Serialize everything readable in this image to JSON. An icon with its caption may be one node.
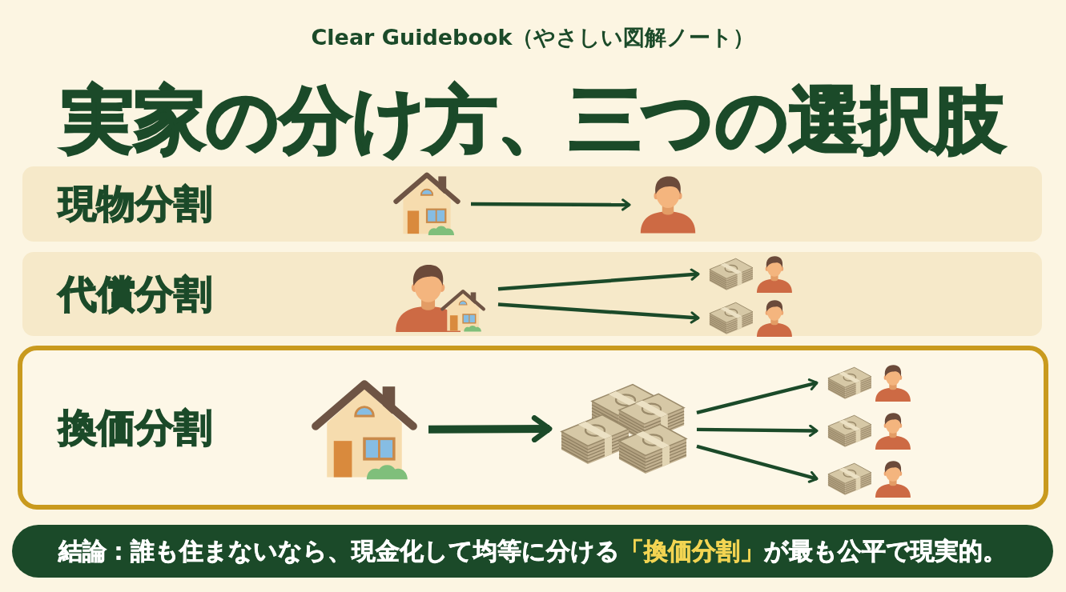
{
  "diagram": {
    "title": "実家の分け方、三つの選択肢",
    "nodes": [
      {
        "text": [
          "現物分割"
        ]
      },
      {
        "text": [],
        "shape": "picture",
        "in": 0
      },
      {
        "text": [],
        "shape": "picture",
        "in": 0
      },
      {
        "text": [
          "代償分割"
        ]
      },
      {
        "text": [],
        "shape": "picture",
        "in": 3
      },
      {
        "text": [],
        "shape": "picture",
        "in": 3
      },
      {
        "text": [],
        "shape": "picture",
        "in": 3
      },
      {
        "text": [
          "換価分割"
        ]
      },
      {
        "text": [],
        "shape": "picture",
        "in": 7
      },
      {
        "text": [],
        "shape": "picture",
        "in": 7
      },
      {
        "text": [],
        "shape": "picture",
        "in": 7
      },
      {
        "text": [],
        "shape": "picture",
        "in": 7
      },
      {
        "text": [],
        "shape": "picture",
        "in": 7
      },
      {
        "text": [
          "結論：誰も住まないなら、現金化して均等に分ける**「換価分割」**が最も公平で現実的。"
        ]
      }
    ],
    "edges": [
      {
        "from": 1,
        "to": 2,
        "arrow": "to"
      },
      {
        "from": 4,
        "to": 5,
        "arrow": "to"
      },
      {
        "from": 4,
        "to": 6,
        "arrow": "to"
      },
      {
        "from": 8,
        "to": 9,
        "arrow": "to",
        "style": "thick"
      },
      {
        "from": 9,
        "to": 10,
        "arrow": "to"
      },
      {
        "from": 9,
        "to": 11,
        "arrow": "to"
      },
      {
        "from": 9,
        "to": 12,
        "arrow": "to"
      }
    ],
    "labels": [
      "Clear Guidebook（やさしい図解ノート）"
    ]
  }
}
